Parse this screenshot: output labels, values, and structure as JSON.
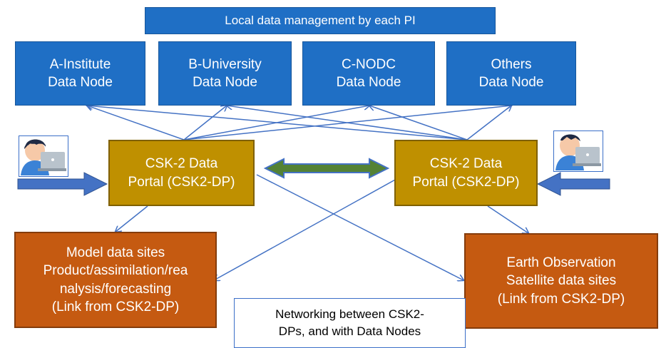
{
  "title": "Local data management by each PI",
  "data_nodes": [
    {
      "line1": "A-Institute",
      "line2": "Data Node"
    },
    {
      "line1": "B-University",
      "line2": "Data Node"
    },
    {
      "line1": "C-NODC",
      "line2": "Data Node"
    },
    {
      "line1": "Others",
      "line2": "Data Node"
    }
  ],
  "portals": [
    {
      "line1": "CSK-2 Data",
      "line2": "Portal (CSK2-DP)"
    },
    {
      "line1": "CSK-2 Data",
      "line2": "Portal (CSK2-DP)"
    }
  ],
  "model_sites": {
    "line1": "Model data sites",
    "line2": "Product/assimilation/rea",
    "line3": "nalysis/forecasting",
    "line4": "(Link from CSK2-DP)"
  },
  "eo_sites": {
    "line1": "Earth Observation",
    "line2": "Satellite data sites",
    "line3": "(Link from CSK2-DP)"
  },
  "note": {
    "line1": "Networking between CSK2-",
    "line2": "DPs, and with Data Nodes"
  },
  "icons": [
    "user-at-laptop-icon",
    "user-at-laptop-icon"
  ],
  "colors": {
    "node_blue": "#1f6fc5",
    "portal_gold": "#bf9000",
    "site_orange": "#c55a11",
    "connector_blue": "#4472c4",
    "bridge_green": "#548235"
  }
}
